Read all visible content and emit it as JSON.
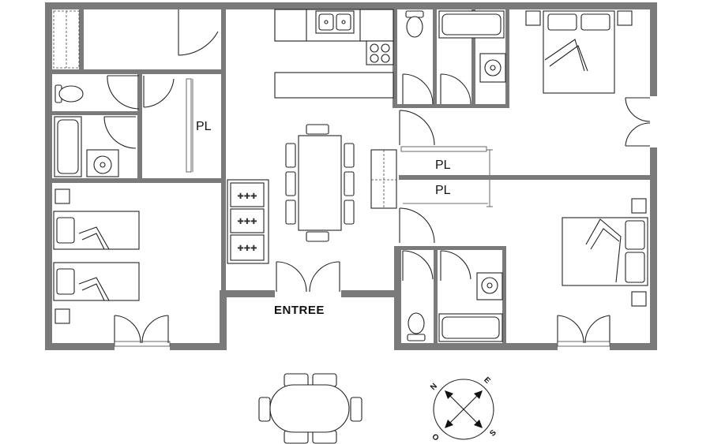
{
  "plan": {
    "entrance_label": "ENTREE",
    "closet_labels": [
      "PL",
      "PL",
      "PL"
    ],
    "compass": {
      "n": "N",
      "e": "E",
      "s": "S",
      "o": "O"
    }
  }
}
